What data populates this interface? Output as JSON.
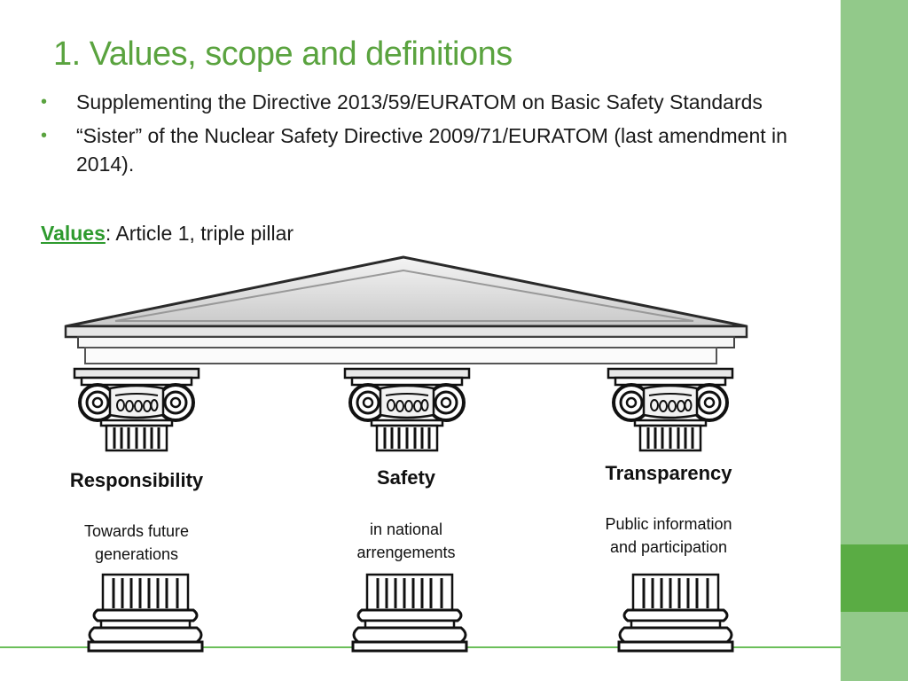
{
  "title": "1. Values, scope and definitions",
  "bullets": [
    {
      "text": "Supplementing the Directive 2013/59/EURATOM on Basic Safety Standards"
    },
    {
      "text": "“Sister” of the Nuclear Safety Directive 2009/71/EURATOM (last amendment in 2014)."
    }
  ],
  "values_line": {
    "label": "Values",
    "rest": ": Article 1, triple pillar"
  },
  "pillars": [
    {
      "name": "Responsibility",
      "desc_line1": "Towards future",
      "desc_line2": "generations"
    },
    {
      "name": "Safety",
      "desc_line1": "in national",
      "desc_line2": "arrengements"
    },
    {
      "name": "Transparency",
      "desc_line1": "Public information",
      "desc_line2": "and participation"
    }
  ],
  "colors": {
    "title": "#5aa33f",
    "band": "#92c98a",
    "accent": "#5aac44",
    "values": "#2e9a2e"
  },
  "bullet_icon": "bullet-dot-icon"
}
